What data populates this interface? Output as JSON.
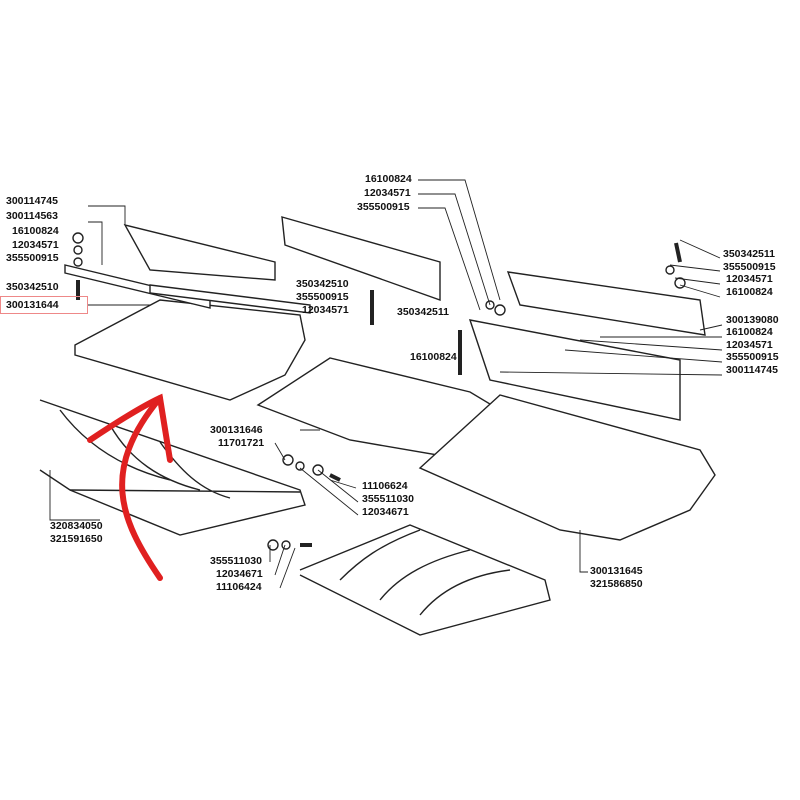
{
  "highlight_color": "#e03030",
  "labels": {
    "left": [
      "300114745",
      "300114563",
      "16100824",
      "12034571",
      "355500915",
      "350342510",
      "300131644"
    ],
    "top_middle": [
      "16100824",
      "12034571",
      "355500915"
    ],
    "middle": [
      "350342510",
      "355500915",
      "12034571",
      "350342511",
      "16100824"
    ],
    "right": [
      "350342511",
      "355500915",
      "12034571",
      "16100824",
      "300139080",
      "16100824",
      "12034571",
      "355500915",
      "300114745"
    ],
    "center_lower": [
      "300131646",
      "11701721",
      "11106624",
      "355511030",
      "12034671"
    ],
    "left_lower": [
      "320834050",
      "321591650"
    ],
    "bottom": [
      "355511030",
      "12034671",
      "11106424"
    ],
    "right_lower": [
      "300131645",
      "321586850"
    ]
  }
}
